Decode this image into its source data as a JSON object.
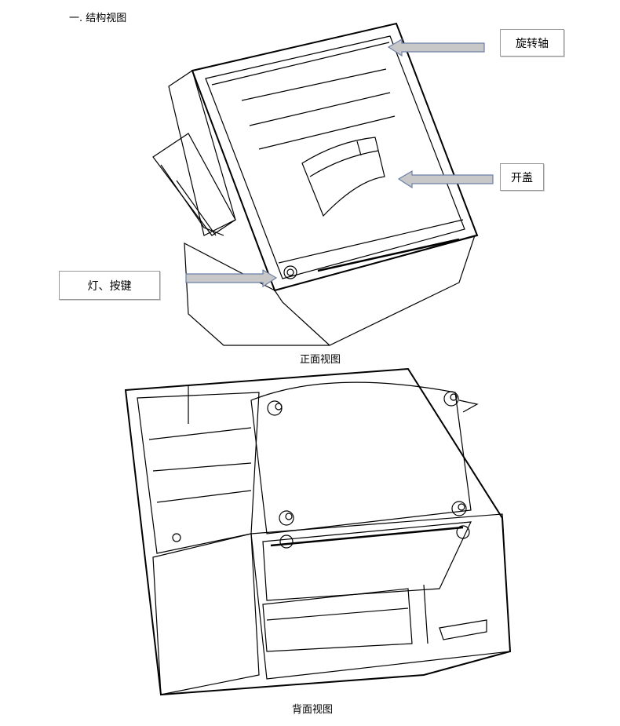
{
  "heading": "一. 结构视图",
  "labels": {
    "rotation_axis": "旋转轴",
    "open_cover": "开盖",
    "light_button": "灯、按键"
  },
  "captions": {
    "front_view": "正面视图",
    "back_view": "背面视图"
  }
}
